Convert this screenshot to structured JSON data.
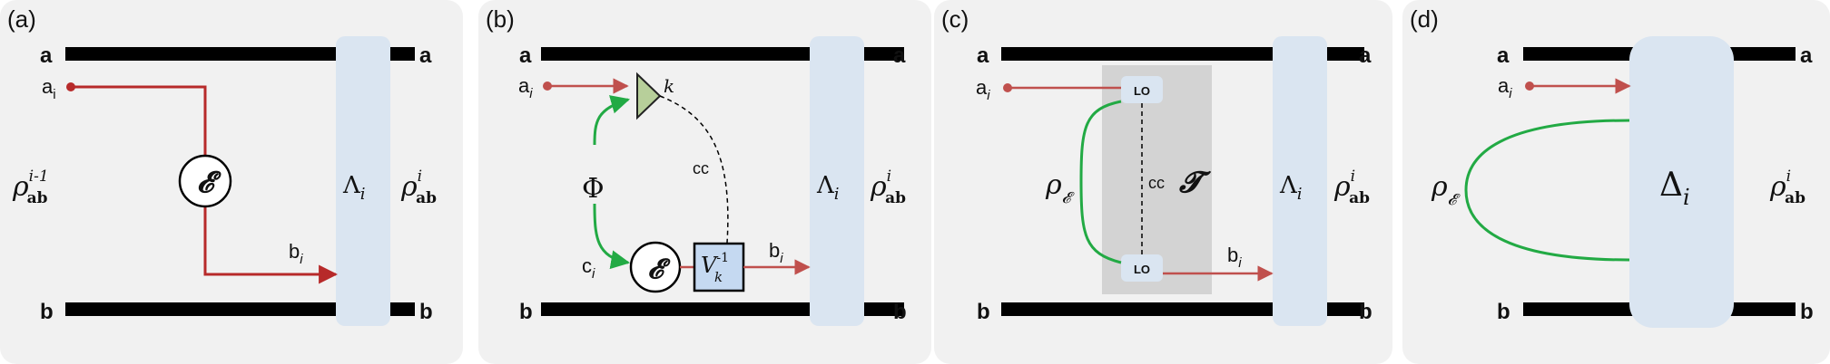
{
  "panels": {
    "a": {
      "tag": "(a)",
      "top_left": "a",
      "top_right": "a",
      "bottom_left": "b",
      "bottom_right": "b",
      "input_port": "a",
      "input_sub": "i",
      "output_port": "b",
      "output_sub": "i",
      "channel": "𝓔",
      "rho_left": "ρ",
      "rho_left_sup": "i-1",
      "rho_left_sub": "ab",
      "lambda": "Λ",
      "lambda_sub": "i",
      "rho_right": "ρ",
      "rho_right_sup": "i",
      "rho_right_sub": "ab"
    },
    "b": {
      "tag": "(b)",
      "top_left": "a",
      "top_right": "a",
      "bottom_left": "b",
      "bottom_right": "b",
      "input_port": "a",
      "input_sub": "i",
      "k_label": "k",
      "cc_label": "cc",
      "phi": "Φ",
      "c_port": "c",
      "c_sub": "i",
      "channel": "𝓔",
      "unitary": "V",
      "unitary_sup": "-1",
      "unitary_sub": "k",
      "output_port": "b",
      "output_sub": "i",
      "lambda": "Λ",
      "lambda_sub": "i",
      "rho_right": "ρ",
      "rho_right_sup": "i",
      "rho_right_sub": "ab"
    },
    "c": {
      "tag": "(c)",
      "top_left": "a",
      "top_right": "a",
      "bottom_left": "b",
      "bottom_right": "b",
      "input_port": "a",
      "input_sub": "i",
      "lo_top": "LO",
      "lo_bottom": "LO",
      "cc_label": "cc",
      "rho_e": "ρ",
      "rho_e_sub": "𝓔",
      "t_label": "𝓣",
      "output_port": "b",
      "output_sub": "i",
      "lambda": "Λ",
      "lambda_sub": "i",
      "rho_right": "ρ",
      "rho_right_sup": "i",
      "rho_right_sub": "ab"
    },
    "d": {
      "tag": "(d)",
      "top_left": "a",
      "top_right": "a",
      "bottom_left": "b",
      "bottom_right": "b",
      "input_port": "a",
      "input_sub": "i",
      "rho_e": "ρ",
      "rho_e_sub": "𝓔",
      "delta": "Δ",
      "delta_sub": "i",
      "rho_right": "ρ",
      "rho_right_sup": "i",
      "rho_right_sub": "ab"
    }
  },
  "colors": {
    "background": "#f1f1f1",
    "wire": "#000000",
    "red": "#b72a2a",
    "red_light": "#c0504d",
    "green": "#22aa44",
    "map_box": "#dae5f1",
    "lo_region": "#d3d3d3",
    "detector": "#b7cf9a"
  }
}
